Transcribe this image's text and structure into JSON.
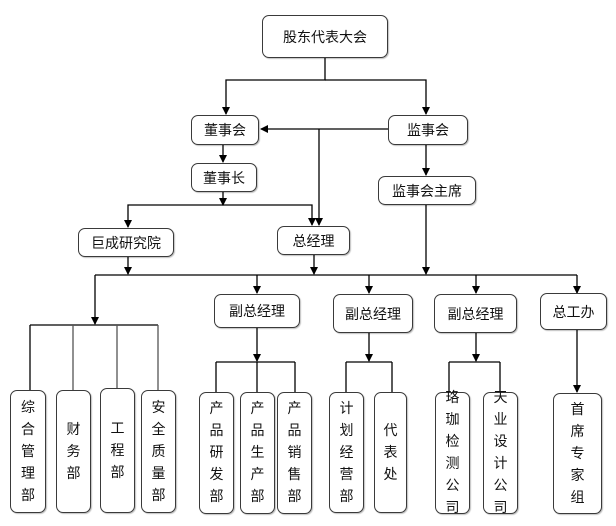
{
  "diagram": {
    "type": "org-chart",
    "nodes": {
      "shareholders": "股东代表大会",
      "board": "董事会",
      "supervisory": "监事会",
      "chairman": "董事长",
      "supervisory_chair": "监事会主席",
      "research": "巨成研究院",
      "gm": "总经理",
      "vgm1": "副总经理",
      "vgm2": "副总经理",
      "vgm3": "副总经理",
      "chief_eng": "总工办",
      "dept_admin": "综合管理部",
      "dept_finance": "财务部",
      "dept_eng": "工程部",
      "dept_safety": "安全质量部",
      "dept_rnd": "产品研发部",
      "dept_prod": "产品生产部",
      "dept_sales": "产品销售部",
      "dept_plan": "计划经营部",
      "dept_rep": "代表处",
      "dept_luojia": "珞珈检测公司",
      "dept_tianye": "天业设计公司",
      "dept_experts": "首席专家组"
    },
    "edges": [
      [
        "shareholders",
        "board"
      ],
      [
        "shareholders",
        "supervisory"
      ],
      [
        "supervisory",
        "board"
      ],
      [
        "supervisory",
        "gm"
      ],
      [
        "board",
        "chairman"
      ],
      [
        "chairman",
        "research"
      ],
      [
        "chairman",
        "gm"
      ],
      [
        "supervisory",
        "supervisory_chair"
      ],
      [
        "gm",
        "vgm1"
      ],
      [
        "gm",
        "vgm2"
      ],
      [
        "gm",
        "vgm3"
      ],
      [
        "gm",
        "chief_eng"
      ],
      [
        "research",
        "dept_admin"
      ],
      [
        "research",
        "dept_finance"
      ],
      [
        "research",
        "dept_eng"
      ],
      [
        "research",
        "dept_safety"
      ],
      [
        "vgm1",
        "dept_rnd"
      ],
      [
        "vgm1",
        "dept_prod"
      ],
      [
        "vgm1",
        "dept_sales"
      ],
      [
        "vgm2",
        "dept_plan"
      ],
      [
        "vgm2",
        "dept_rep"
      ],
      [
        "vgm3",
        "dept_luojia"
      ],
      [
        "vgm3",
        "dept_tianye"
      ],
      [
        "chief_eng",
        "dept_experts"
      ]
    ],
    "line_color": "#000000"
  }
}
